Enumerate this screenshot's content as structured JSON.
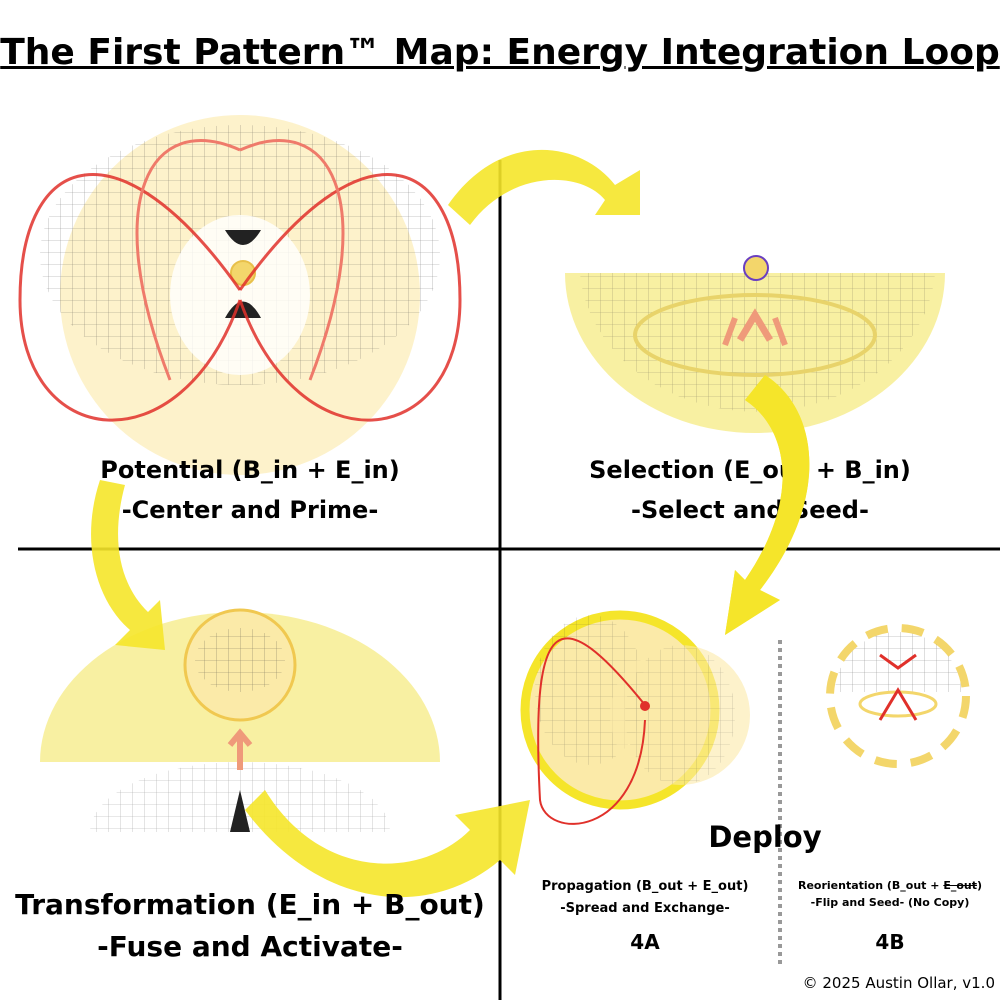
{
  "title": "The First Pattern™ Map: Energy Integration Loop",
  "quadrants": {
    "q1": {
      "label": "Potential (B_in + E_in)",
      "sub": "-Center and Prime-"
    },
    "q2": {
      "label": "Selection (E_out + B_in)",
      "sub": "-Select and Seed-"
    },
    "q3": {
      "label": "Transformation (E_in + B_out)",
      "sub": "-Fuse and Activate-"
    },
    "q4": {
      "heading": "Deploy",
      "a": {
        "label": "Propagation (B_out + E_out)",
        "sub": "-Spread and Exchange-",
        "tag": "4A"
      },
      "b": {
        "label_prefix": "Reorientation (B_out + ",
        "label_struck": "E_out",
        "label_suffix": ")",
        "sub": "-Flip and Seed- (No Copy)",
        "tag": "4B"
      }
    }
  },
  "footer": "© 2025 Austin Ollar, v1.0",
  "colors": {
    "glow": "#fbeaa8",
    "arrow": "#f5e52a",
    "loop": "#e0302a",
    "ring": "#6a3fc0"
  }
}
